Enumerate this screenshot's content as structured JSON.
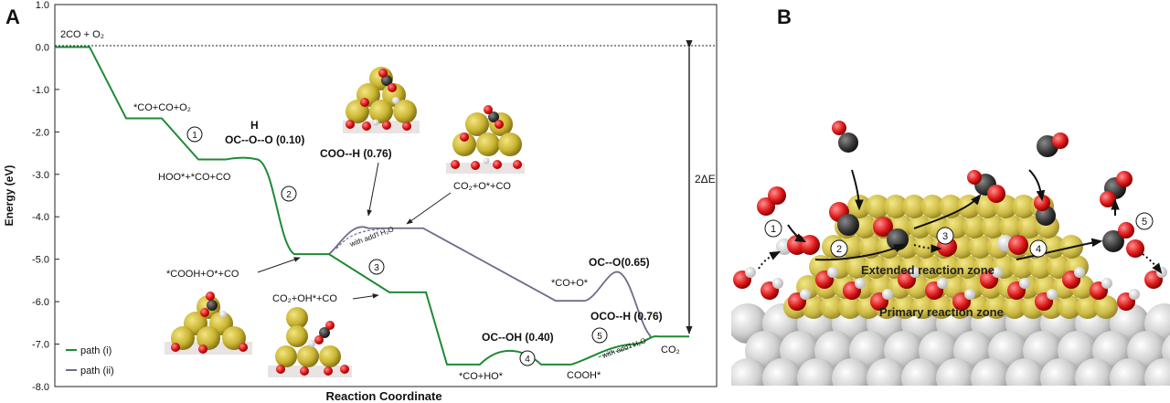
{
  "panel_a_label": "A",
  "panel_b_label": "B",
  "colors": {
    "path_i": "#1e8a35",
    "path_ii": "#6f6a8c",
    "frame": "#222222"
  },
  "chart_data": {
    "type": "line",
    "title": "",
    "xlabel": "Reaction Coordinate",
    "ylabel": "Energy (eV)",
    "ylim": [
      -8.0,
      1.0
    ],
    "yticks": [
      "1.0",
      "0.0",
      "-1.0",
      "-2.0",
      "-3.0",
      "-4.0",
      "-5.0",
      "-6.0",
      "-7.0",
      "-8.0"
    ],
    "grid": false,
    "legend_position": "bottom-left",
    "reference_line": {
      "y": 0.0,
      "style": "dotted"
    },
    "series": [
      {
        "name": "path (i)",
        "color": "#1e8a35",
        "y": [
          0.0,
          -1.68,
          -2.65,
          -4.88,
          -5.78,
          -7.48,
          -7.48,
          -7.42,
          -6.82
        ]
      },
      {
        "name": "path (ii)",
        "color": "#6f6a8c",
        "y": [
          -4.88,
          -4.27,
          -5.98,
          -5.98,
          -5.35,
          -6.82
        ]
      }
    ],
    "state_labels": [
      {
        "text": "2CO + O₂"
      },
      {
        "text": "*CO+CO+O₂"
      },
      {
        "text": "HOO*+*CO+CO"
      },
      {
        "text": "*COOH+O*+CO"
      },
      {
        "text": "CO₂+OH*+CO"
      },
      {
        "text": "*CO+HO*"
      },
      {
        "text": "COOH*"
      },
      {
        "text": "CO₂"
      },
      {
        "text": "CO₂+O*+CO"
      },
      {
        "text": "*CO+O*"
      }
    ],
    "barriers": [
      {
        "h": "H",
        "text": "OC--O--O (0.10)"
      },
      {
        "text": "COO--H (0.76)"
      },
      {
        "text": "OC--O(0.65)"
      },
      {
        "text": "OC--OH (0.40)"
      },
      {
        "text": "OCO--H (0.76)"
      }
    ],
    "with_water_labels": [
      "with add'l H₂O",
      "with add'l H₂O"
    ],
    "steps": [
      "1",
      "2",
      "3",
      "4",
      "5"
    ],
    "delta_label": "2ΔE"
  },
  "panel_b": {
    "zone_extended": "Extended reaction zone",
    "zone_primary": "Primary reaction zone",
    "steps": [
      "1",
      "2",
      "3",
      "4",
      "5"
    ]
  }
}
